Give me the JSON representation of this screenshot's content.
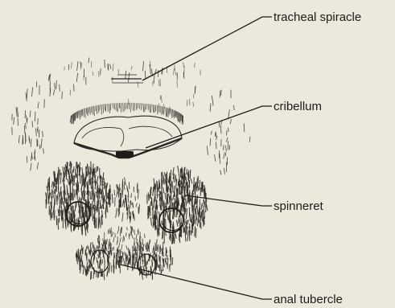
{
  "labels": {
    "tracheal_spiracle": "tracheal spiracle",
    "cribellum": "cribellum",
    "spinneret": "spinneret",
    "anal_tubercle": "anal tubercle"
  },
  "colors": {
    "background": "#ece8db",
    "ink": "#1e1b18"
  }
}
